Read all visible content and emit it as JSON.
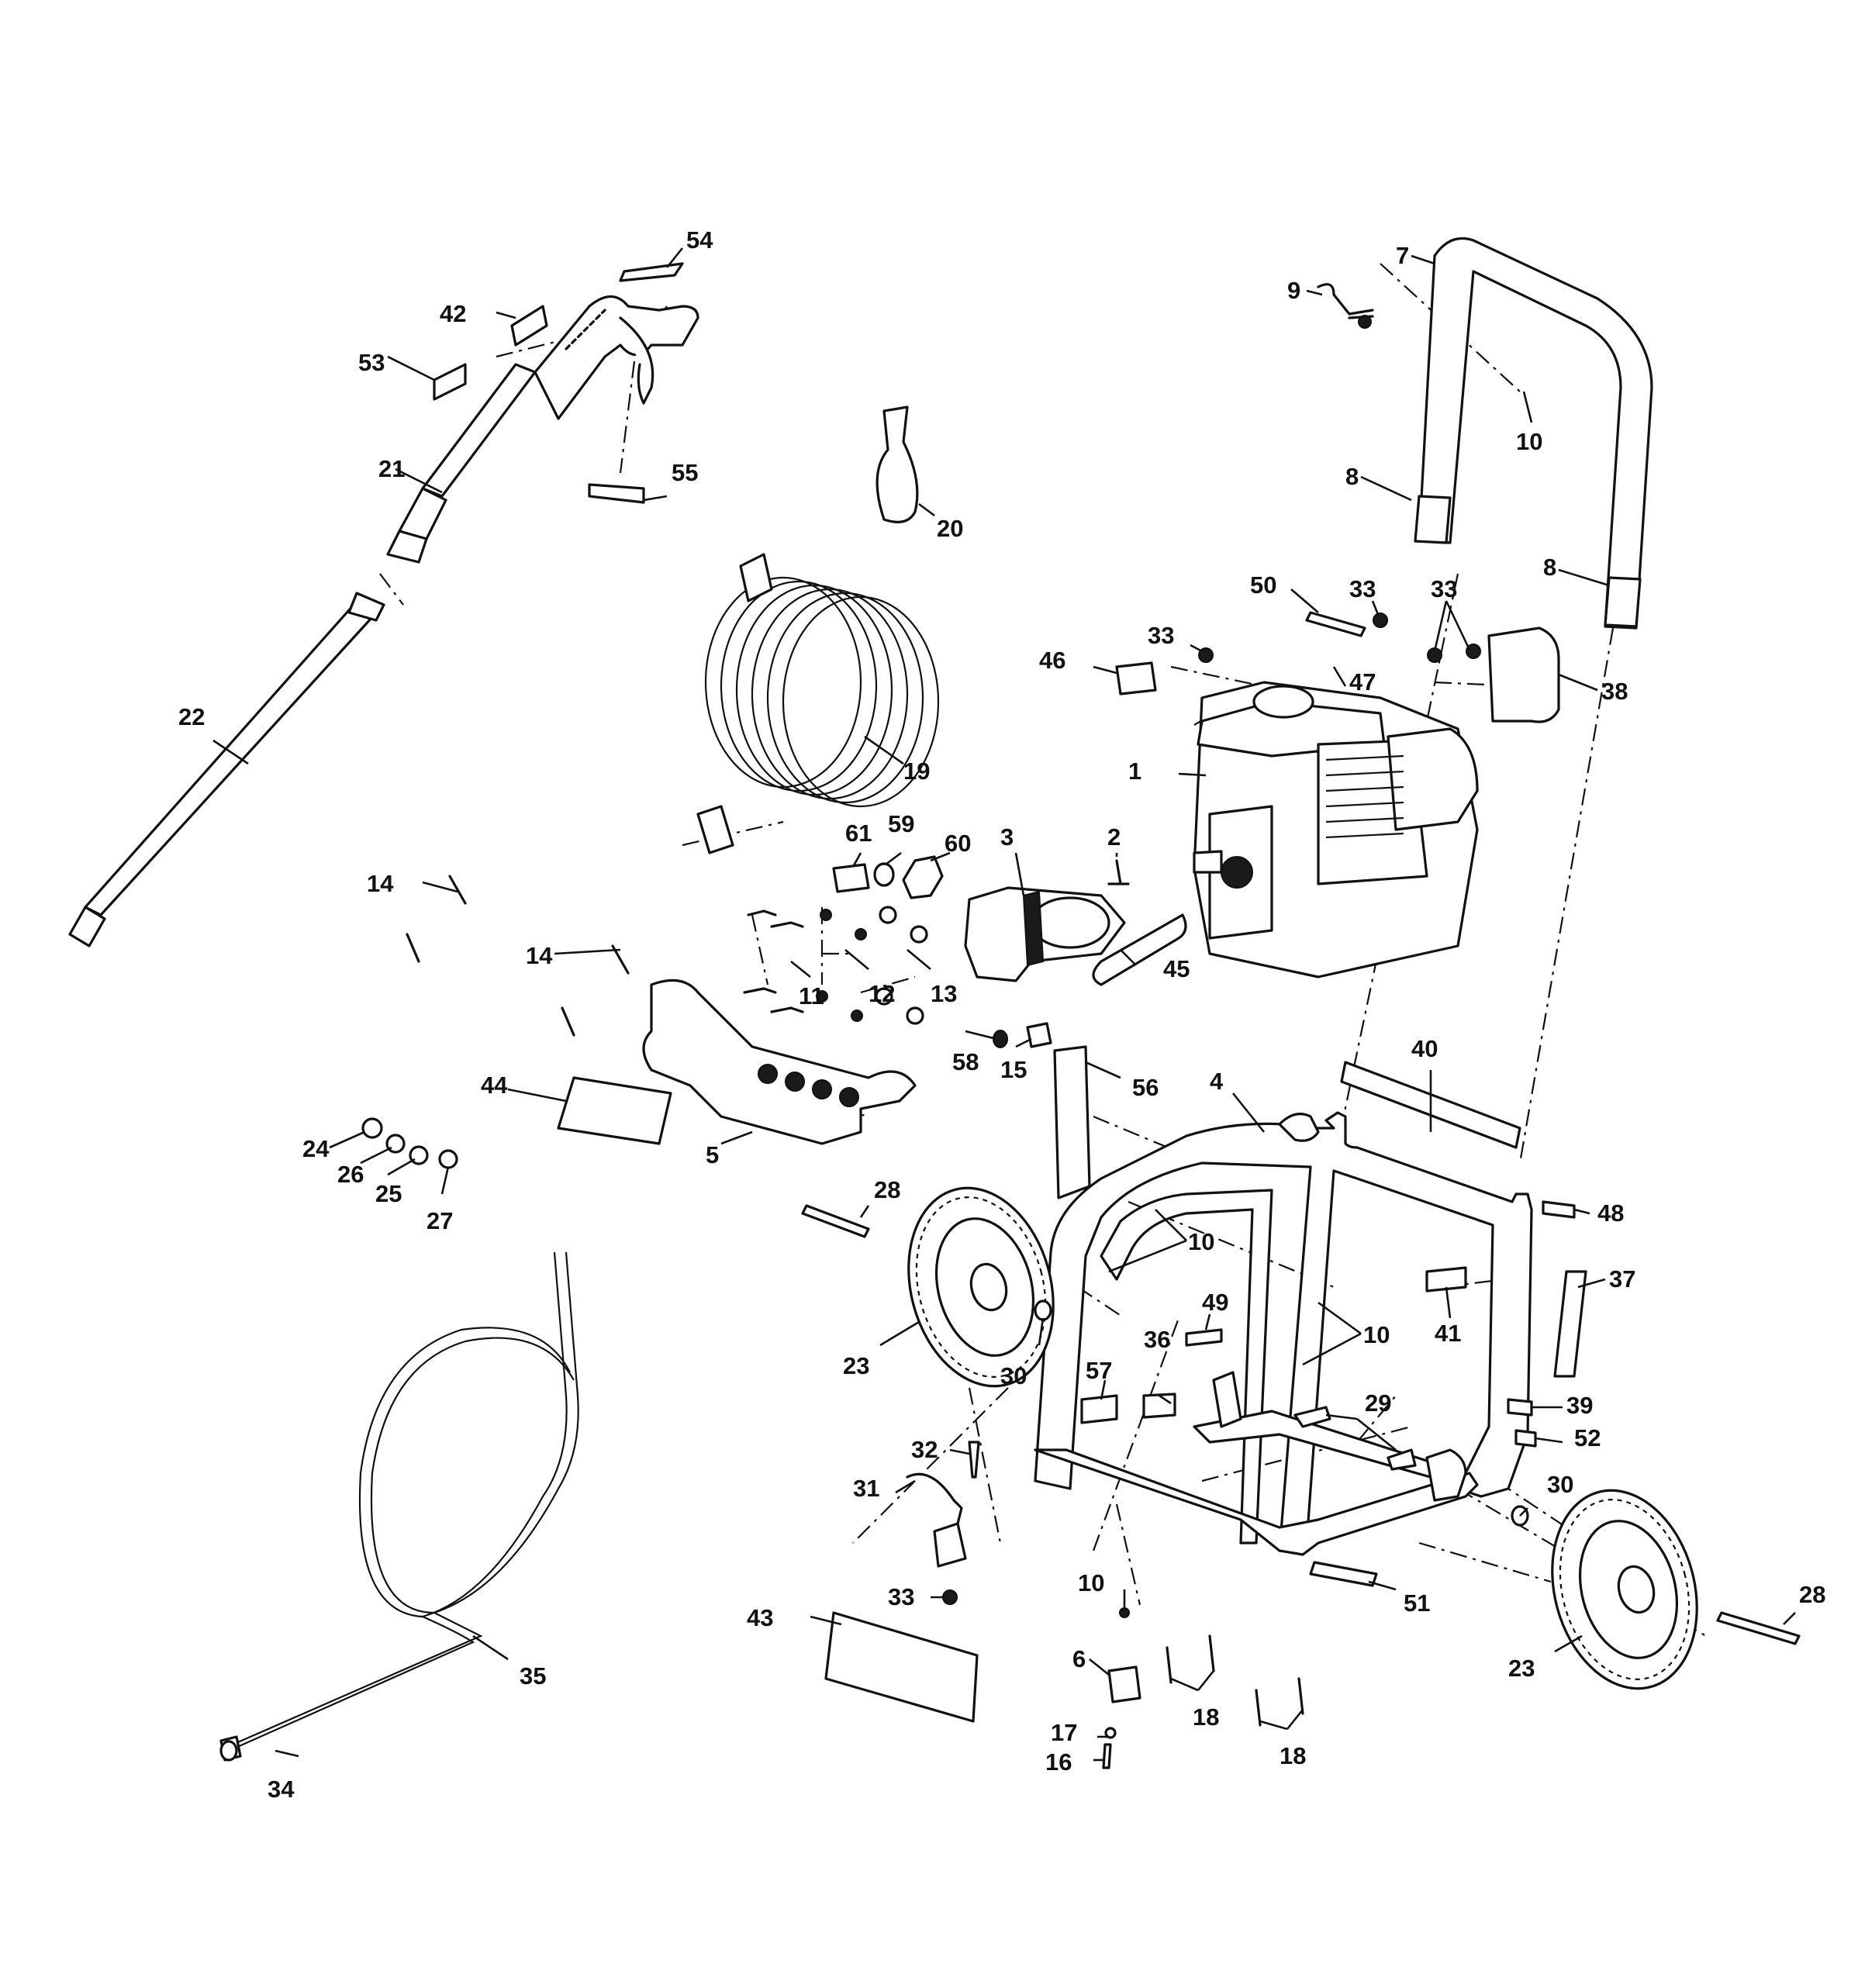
{
  "callouts": [
    {
      "id": "c1",
      "text": "1"
    },
    {
      "id": "c2",
      "text": "2"
    },
    {
      "id": "c3",
      "text": "3"
    },
    {
      "id": "c4",
      "text": "4"
    },
    {
      "id": "c5",
      "text": "5"
    },
    {
      "id": "c6",
      "text": "6"
    },
    {
      "id": "c7",
      "text": "7"
    },
    {
      "id": "c8a",
      "text": "8"
    },
    {
      "id": "c8b",
      "text": "8"
    },
    {
      "id": "c9",
      "text": "9"
    },
    {
      "id": "c10a",
      "text": "10"
    },
    {
      "id": "c10b",
      "text": "10"
    },
    {
      "id": "c10c",
      "text": "10"
    },
    {
      "id": "c10d",
      "text": "10"
    },
    {
      "id": "c11",
      "text": "11"
    },
    {
      "id": "c12",
      "text": "12"
    },
    {
      "id": "c13",
      "text": "13"
    },
    {
      "id": "c14a",
      "text": "14"
    },
    {
      "id": "c14b",
      "text": "14"
    },
    {
      "id": "c15",
      "text": "15"
    },
    {
      "id": "c16",
      "text": "16"
    },
    {
      "id": "c17",
      "text": "17"
    },
    {
      "id": "c18a",
      "text": "18"
    },
    {
      "id": "c18b",
      "text": "18"
    },
    {
      "id": "c19",
      "text": "19"
    },
    {
      "id": "c20",
      "text": "20"
    },
    {
      "id": "c21",
      "text": "21"
    },
    {
      "id": "c22",
      "text": "22"
    },
    {
      "id": "c23a",
      "text": "23"
    },
    {
      "id": "c23b",
      "text": "23"
    },
    {
      "id": "c24",
      "text": "24"
    },
    {
      "id": "c25",
      "text": "25"
    },
    {
      "id": "c26",
      "text": "26"
    },
    {
      "id": "c27",
      "text": "27"
    },
    {
      "id": "c28a",
      "text": "28"
    },
    {
      "id": "c28b",
      "text": "28"
    },
    {
      "id": "c29",
      "text": "29"
    },
    {
      "id": "c30a",
      "text": "30"
    },
    {
      "id": "c30b",
      "text": "30"
    },
    {
      "id": "c31",
      "text": "31"
    },
    {
      "id": "c32",
      "text": "32"
    },
    {
      "id": "c33a",
      "text": "33"
    },
    {
      "id": "c33b",
      "text": "33"
    },
    {
      "id": "c33c",
      "text": "33"
    },
    {
      "id": "c33d",
      "text": "33"
    },
    {
      "id": "c34",
      "text": "34"
    },
    {
      "id": "c35",
      "text": "35"
    },
    {
      "id": "c36",
      "text": "36"
    },
    {
      "id": "c37",
      "text": "37"
    },
    {
      "id": "c38",
      "text": "38"
    },
    {
      "id": "c39",
      "text": "39"
    },
    {
      "id": "c40",
      "text": "40"
    },
    {
      "id": "c41",
      "text": "41"
    },
    {
      "id": "c42",
      "text": "42"
    },
    {
      "id": "c43",
      "text": "43"
    },
    {
      "id": "c44",
      "text": "44"
    },
    {
      "id": "c45",
      "text": "45"
    },
    {
      "id": "c46",
      "text": "46"
    },
    {
      "id": "c47",
      "text": "47"
    },
    {
      "id": "c48",
      "text": "48"
    },
    {
      "id": "c49",
      "text": "49"
    },
    {
      "id": "c50",
      "text": "50"
    },
    {
      "id": "c51",
      "text": "51"
    },
    {
      "id": "c52",
      "text": "52"
    },
    {
      "id": "c53",
      "text": "53"
    },
    {
      "id": "c54",
      "text": "54"
    },
    {
      "id": "c55",
      "text": "55"
    },
    {
      "id": "c56",
      "text": "56"
    },
    {
      "id": "c57",
      "text": "57"
    },
    {
      "id": "c58",
      "text": "58"
    },
    {
      "id": "c59",
      "text": "59"
    },
    {
      "id": "c60",
      "text": "60"
    },
    {
      "id": "c61",
      "text": "61"
    }
  ]
}
